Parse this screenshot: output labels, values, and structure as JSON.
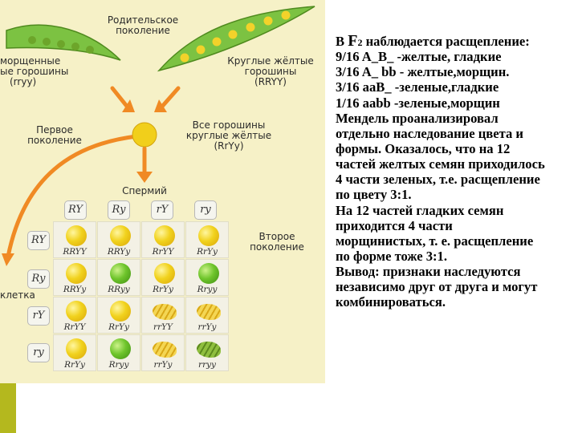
{
  "figure": {
    "parental_generation": [
      "Родительское",
      "поколение"
    ],
    "wrinkled_green": [
      "морщенные",
      "ые горошины",
      "(rryy)"
    ],
    "round_yellow": [
      "Круглые жёлтые",
      "горошины",
      "(RRYY)"
    ],
    "first_generation": [
      "Первое",
      "поколение"
    ],
    "all_peas": [
      "Все горошины",
      "круглые жёлтые",
      "(RrYy)"
    ],
    "sperm": "Спермий",
    "egg": "клетка",
    "second_generation": [
      "Второе",
      "поколение"
    ],
    "sperm_gametes": [
      "RY",
      "Ry",
      "rY",
      "ry"
    ],
    "egg_gametes": [
      "RY",
      "Ry",
      "rY",
      "ry"
    ],
    "punnett_genotypes": [
      [
        "RRYY",
        "RRYy",
        "RrYY",
        "RrYy"
      ],
      [
        "RRYy",
        "RRyy",
        "RrYy",
        "Rryy"
      ],
      [
        "RrYY",
        "RrYy",
        "rrYY",
        "rrYy"
      ],
      [
        "RrYy",
        "Rryy",
        "rrYy",
        "rryy"
      ]
    ],
    "punnett_phenotypes": [
      [
        "yellow-round",
        "yellow-round",
        "yellow-round",
        "yellow-round"
      ],
      [
        "yellow-round",
        "green-round",
        "yellow-round",
        "green-round"
      ],
      [
        "yellow-round",
        "yellow-round",
        "yellow-wrinkled",
        "yellow-wrinkled"
      ],
      [
        "yellow-round",
        "green-round",
        "yellow-wrinkled",
        "green-wrinkled"
      ]
    ],
    "colors": {
      "background": "#f6f1c7",
      "arrow": "#f08a24",
      "pod": "#7cc242",
      "accent_bar": "#b4b81e"
    }
  },
  "text_block": {
    "heading_prefix": "В ",
    "heading_f": "F",
    "heading_sub": "2",
    "heading_rest": "  наблюдается расщепление:",
    "lines": [
      "9/16  A_B_  -желтые, гладкие",
      "3/16  A_ bb  - желтые,морщин.",
      "3/16  aaB_  -зеленые,гладкие",
      "1/16 aabb    -зеленые,морщин",
      "Мендель проанализировал",
      "отдельно наследование цвета и",
      "формы. Оказалось, что на 12",
      "частей желтых семян приходилось",
      "4 части зеленых, т.е. расщепление",
      "по цвету 3:1.",
      "На 12 частей гладких семян",
      "приходится 4 части",
      "морщинистых, т. е. расщепление",
      "по форме тоже 3:1.",
      "Вывод: признаки наследуются",
      "независимо друг от друга и могут",
      "комбинироваться."
    ]
  }
}
